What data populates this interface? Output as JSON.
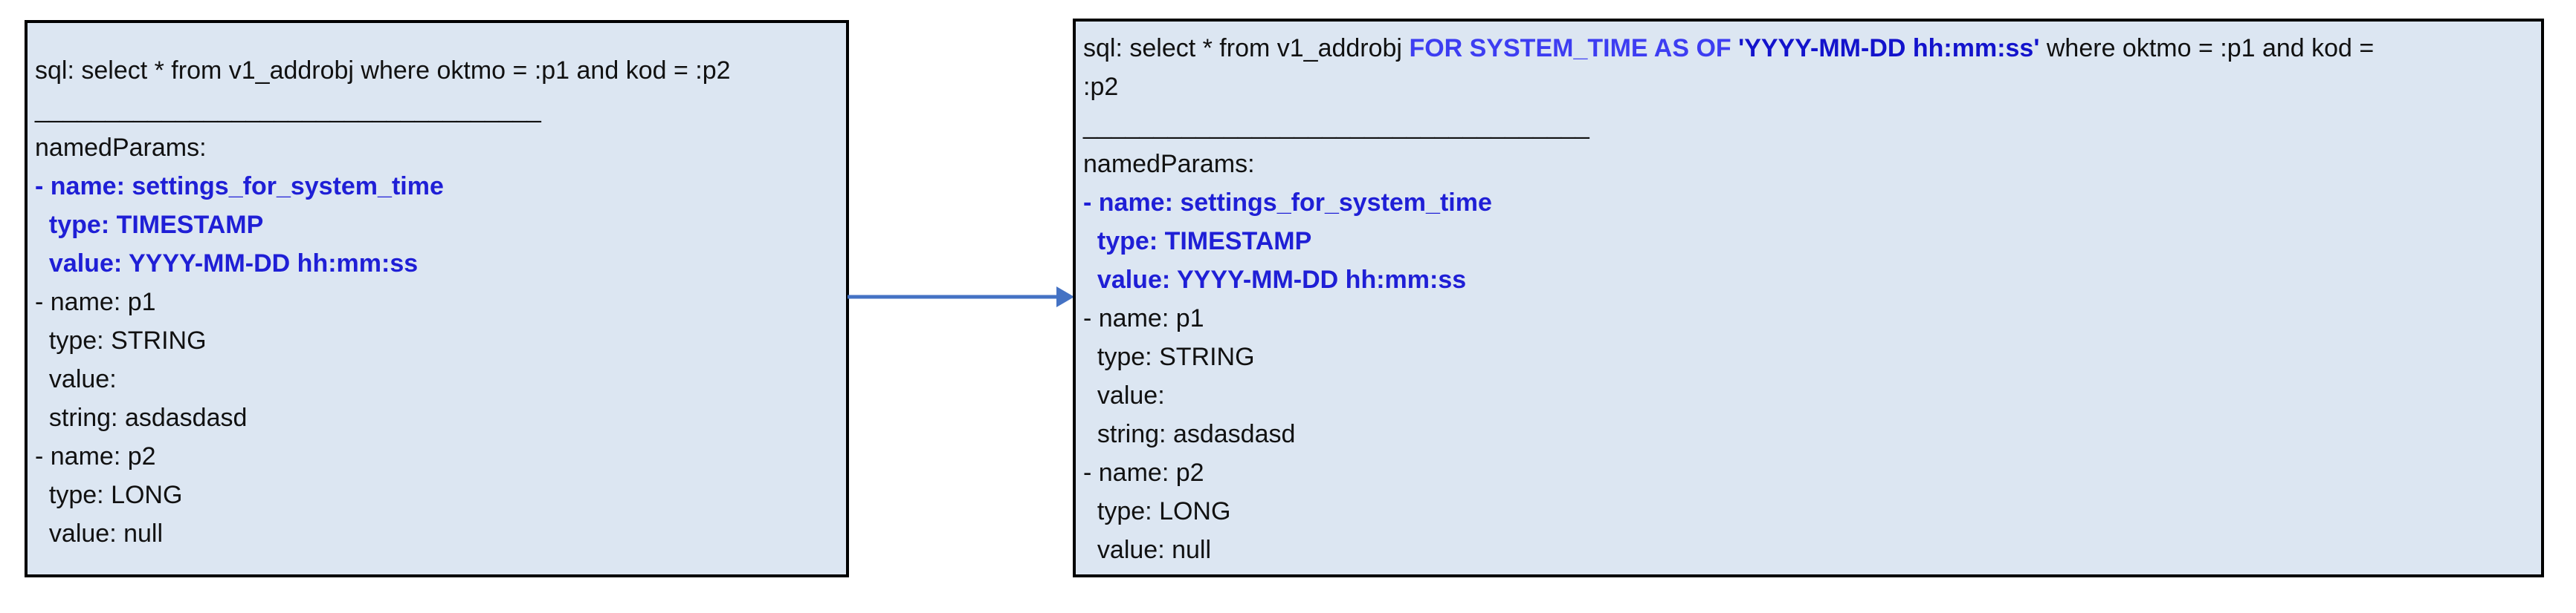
{
  "colors": {
    "page-bg": "#ffffff",
    "box-fill": "#dce6f2",
    "box-border": "#000000",
    "text": "#111111",
    "param-blue": "#1f1fd6",
    "accent-blue": "#3d3df2",
    "timestamp-blue": "#1313cc",
    "arrow": "#4472c4"
  },
  "arrow": {
    "meaning": "transformation from original query to system-time query",
    "direction": "right"
  },
  "boxes": [
    {
      "name": "sql-box-before",
      "lines": [
        {
          "segments": [
            {
              "style": "plain",
              "text": "sql: select * from v1_addrobj where oktmo = :p1 and kod = :p2"
            }
          ]
        },
        {
          "segments": [
            {
              "style": "plain",
              "text": "____________________________________"
            }
          ]
        },
        {
          "segments": [
            {
              "style": "plain",
              "text": "namedParams:"
            }
          ]
        },
        {
          "segments": [
            {
              "style": "param",
              "text": "- name: settings_for_system_time"
            }
          ]
        },
        {
          "segments": [
            {
              "style": "param",
              "text": "  type: TIMESTAMP"
            }
          ]
        },
        {
          "segments": [
            {
              "style": "param",
              "text": "  value: YYYY-MM-DD hh:mm:ss"
            }
          ]
        },
        {
          "segments": [
            {
              "style": "plain",
              "text": "- name: p1"
            }
          ]
        },
        {
          "segments": [
            {
              "style": "plain",
              "text": "  type: STRING"
            }
          ]
        },
        {
          "segments": [
            {
              "style": "plain",
              "text": "  value:"
            }
          ]
        },
        {
          "segments": [
            {
              "style": "plain",
              "text": "  string: asdasdasd"
            }
          ]
        },
        {
          "segments": [
            {
              "style": "plain",
              "text": "- name: p2"
            }
          ]
        },
        {
          "segments": [
            {
              "style": "plain",
              "text": "  type: LONG"
            }
          ]
        },
        {
          "segments": [
            {
              "style": "plain",
              "text": "  value: null"
            }
          ]
        }
      ]
    },
    {
      "name": "sql-box-after",
      "lines": [
        {
          "segments": [
            {
              "style": "plain",
              "text": "sql: select * from v1_addrobj "
            },
            {
              "style": "accent",
              "text": "FOR SYSTEM_TIME AS OF "
            },
            {
              "style": "ts",
              "text": "'YYYY-MM-DD hh:mm:ss'"
            },
            {
              "style": "plain",
              "text": " where oktmo = :p1 and kod ="
            }
          ]
        },
        {
          "segments": [
            {
              "style": "plain",
              "text": ":p2"
            }
          ]
        },
        {
          "segments": [
            {
              "style": "plain",
              "text": "____________________________________"
            }
          ]
        },
        {
          "segments": [
            {
              "style": "plain",
              "text": "namedParams:"
            }
          ]
        },
        {
          "segments": [
            {
              "style": "param",
              "text": "- name: settings_for_system_time"
            }
          ]
        },
        {
          "segments": [
            {
              "style": "param",
              "text": "  type: TIMESTAMP"
            }
          ]
        },
        {
          "segments": [
            {
              "style": "param",
              "text": "  value: YYYY-MM-DD hh:mm:ss"
            }
          ]
        },
        {
          "segments": [
            {
              "style": "plain",
              "text": "- name: p1"
            }
          ]
        },
        {
          "segments": [
            {
              "style": "plain",
              "text": "  type: STRING"
            }
          ]
        },
        {
          "segments": [
            {
              "style": "plain",
              "text": "  value:"
            }
          ]
        },
        {
          "segments": [
            {
              "style": "plain",
              "text": "  string: asdasdasd"
            }
          ]
        },
        {
          "segments": [
            {
              "style": "plain",
              "text": "- name: p2"
            }
          ]
        },
        {
          "segments": [
            {
              "style": "plain",
              "text": "  type: LONG"
            }
          ]
        },
        {
          "segments": [
            {
              "style": "plain",
              "text": "  value: null"
            }
          ]
        }
      ]
    }
  ]
}
